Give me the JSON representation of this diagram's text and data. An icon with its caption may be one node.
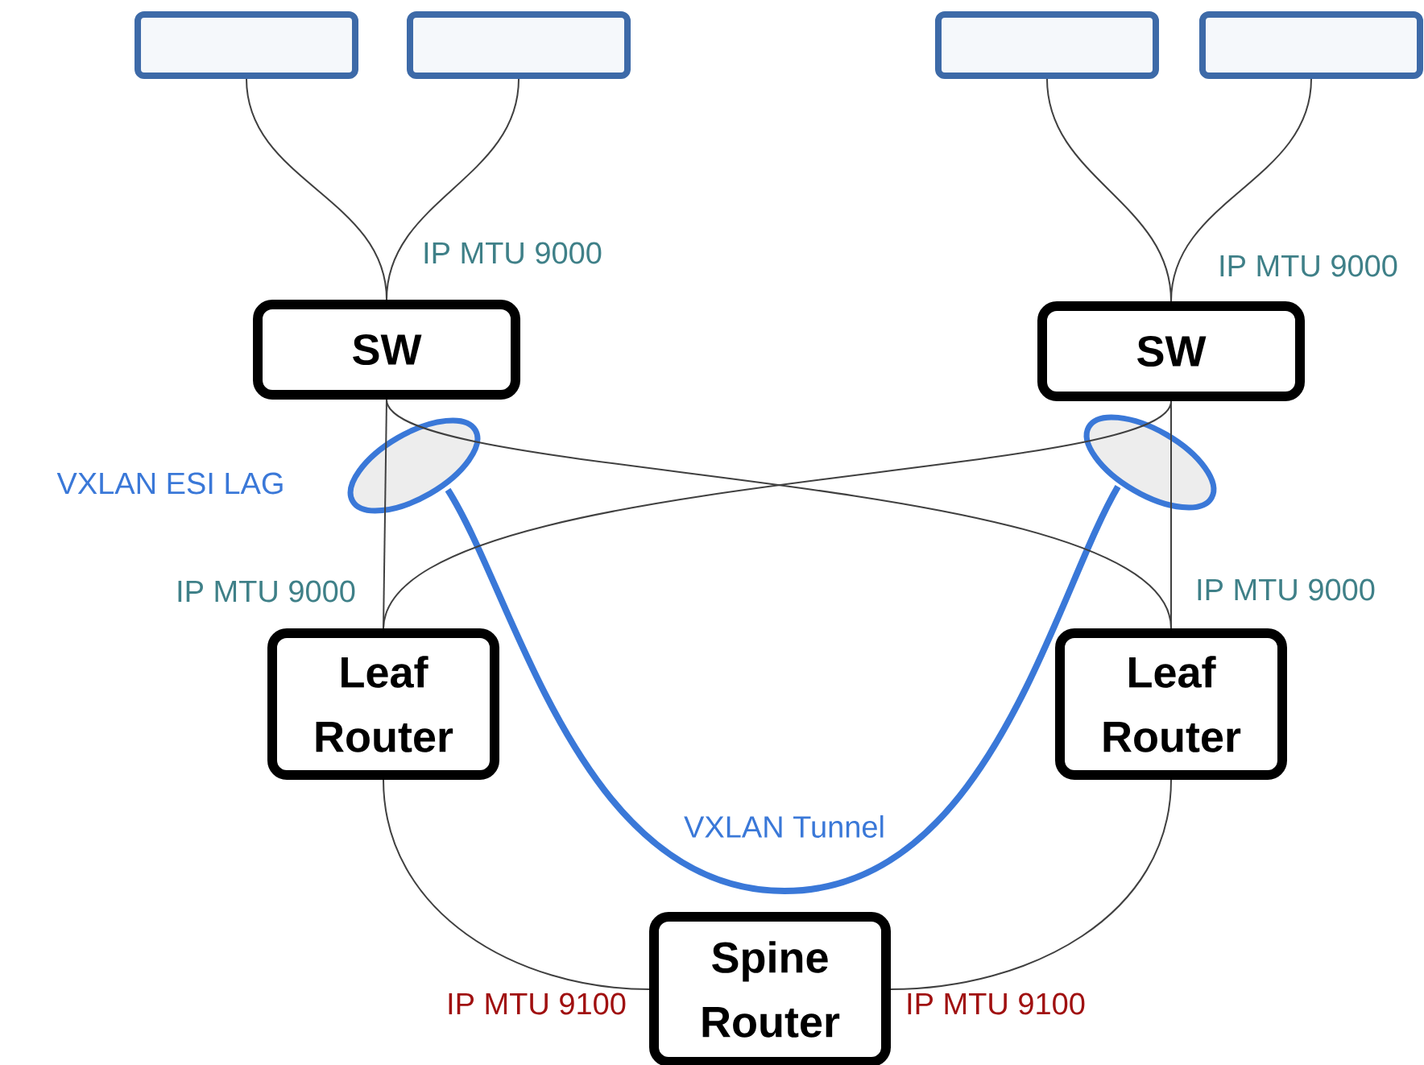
{
  "diagram": {
    "nodes": [
      {
        "text": [],
        "shape": "box"
      },
      {
        "text": [],
        "shape": "box"
      },
      {
        "text": [],
        "shape": "box"
      },
      {
        "text": [],
        "shape": "box"
      },
      {
        "text": [
          "SW"
        ]
      },
      {
        "text": [
          "SW"
        ]
      },
      {
        "text": [
          "Leaf Router"
        ]
      },
      {
        "text": [
          "Leaf Router"
        ]
      },
      {
        "text": [
          "Spine Router"
        ]
      }
    ],
    "edges": [
      {
        "from": 0,
        "to": 4,
        "arrow": "none"
      },
      {
        "from": 1,
        "to": 4,
        "arrow": "none"
      },
      {
        "from": 2,
        "to": 5,
        "arrow": "none"
      },
      {
        "from": 3,
        "to": 5,
        "arrow": "none"
      },
      {
        "from": 4,
        "to": 6,
        "arrow": "none"
      },
      {
        "from": 4,
        "to": 7,
        "arrow": "none"
      },
      {
        "from": 5,
        "to": 6,
        "arrow": "none"
      },
      {
        "from": 5,
        "to": 7,
        "arrow": "none"
      },
      {
        "from": 6,
        "to": 8,
        "arrow": "none"
      },
      {
        "from": 7,
        "to": 8,
        "arrow": "none"
      }
    ],
    "labels": [
      "IP MTU 9000",
      "IP MTU 9000",
      "VXLAN ESI LAG",
      "IP MTU 9000",
      "IP MTU 9000",
      "VXLAN Tunnel",
      "IP MTU 9100",
      "IP MTU 9100"
    ]
  }
}
